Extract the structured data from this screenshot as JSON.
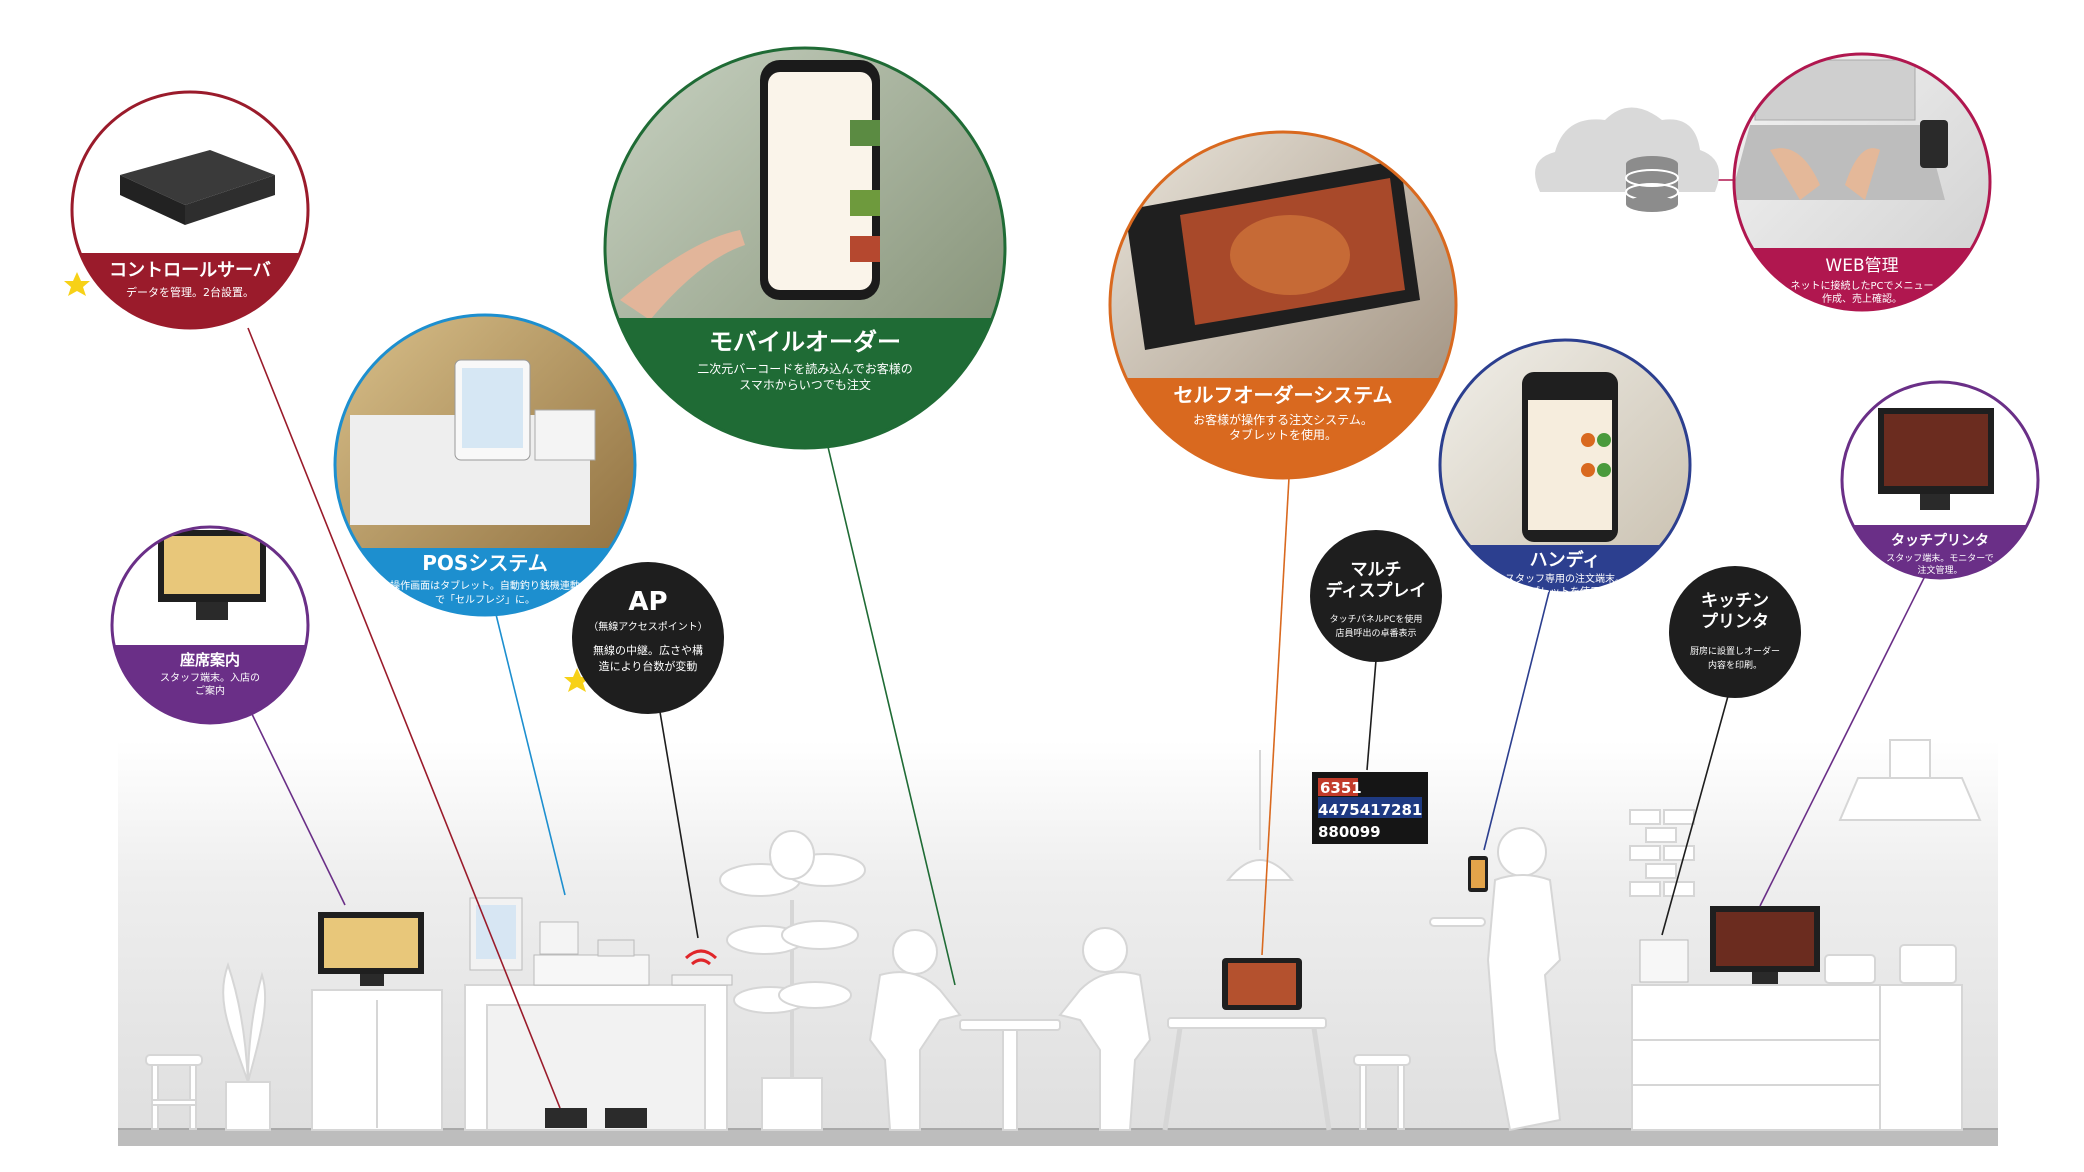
{
  "callouts": [
    {
      "id": "control-server",
      "title": "コントロールサーバ",
      "desc": [
        "データを管理。2台設置。"
      ],
      "color": "#9a1b2b"
    },
    {
      "id": "pos",
      "title": "POSシステム",
      "desc": [
        "操作画面はタブレット。自動釣り銭機連動",
        "で「セルフレジ」に。"
      ],
      "color": "#1d8fcf"
    },
    {
      "id": "seat",
      "title": "座席案内",
      "desc": [
        "スタッフ端末。入店の",
        "ご案内"
      ],
      "color": "#6a2f87"
    },
    {
      "id": "mobile",
      "title": "モバイルオーダー",
      "desc": [
        "二次元バーコードを読み込んでお客様の",
        "スマホからいつでも注文"
      ],
      "color": "#1f6b35"
    },
    {
      "id": "self-order",
      "title": "セルフオーダーシステム",
      "desc": [
        "お客様が操作する注文システム。",
        "タブレットを使用。"
      ],
      "color": "#d9691f"
    },
    {
      "id": "handy",
      "title": "ハンディ",
      "desc": [
        "スタッフ専用の注文端末。",
        "タブレットを使用。"
      ],
      "color": "#2c3f8f"
    },
    {
      "id": "web",
      "title": "WEB管理",
      "desc": [
        "ネットに接続したPCでメニュー",
        "作成、売上確認。"
      ],
      "color": "#b0174f"
    },
    {
      "id": "touch-printer",
      "title": "タッチプリンタ",
      "desc": [
        "スタッフ端末。モニターで",
        "注文管理。"
      ],
      "color": "#6a2f87"
    }
  ],
  "bubbles": [
    {
      "id": "ap",
      "title": "AP",
      "subtitle": "（無線アクセスポイント）",
      "desc": [
        "無線の中継。広さや構",
        "造により台数が変動"
      ]
    },
    {
      "id": "multi-display",
      "title": [
        "マルチ",
        "ディスプレイ"
      ],
      "desc": [
        "タッチパネルPCを使用",
        "店員呼出の卓番表示"
      ]
    },
    {
      "id": "kitchen-printer",
      "title": [
        "キッチン",
        "プリンタ"
      ],
      "desc": [
        "厨房に設置しオーダー",
        "内容を印刷。"
      ]
    }
  ],
  "display_board": {
    "rows": [
      "6351",
      "4475417281",
      "880099"
    ]
  },
  "colors": {
    "floor": "#bfbfbf",
    "silhouette": "#ffffff",
    "bg_gradient": "#e6e6e6",
    "star": "#f7d117",
    "bubble": "#1e1e1e"
  }
}
